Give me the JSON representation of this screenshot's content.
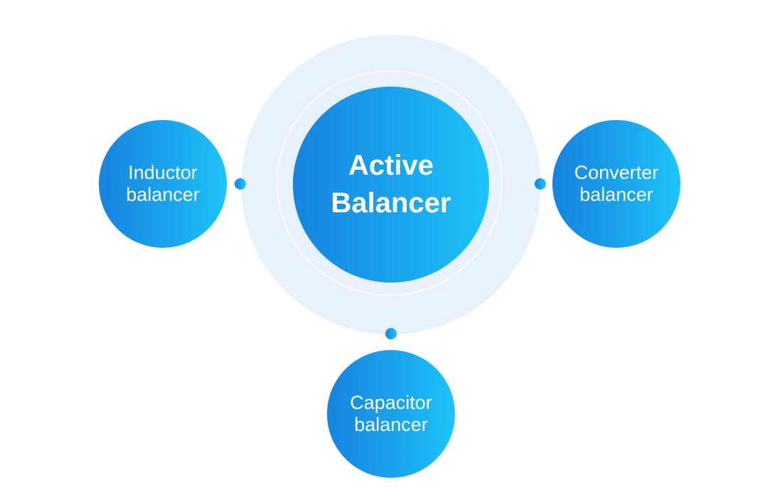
{
  "center": {
    "line1": "Active",
    "line2": "Balancer"
  },
  "nodes": [
    {
      "line1": "Inductor",
      "line2": "balancer"
    },
    {
      "line1": "Converter",
      "line2": "balancer"
    },
    {
      "line1": "Capacitor",
      "line2": "balancer"
    }
  ],
  "colors": {
    "circle_gradient_start": "#1683df",
    "circle_gradient_end": "#1ec4fb",
    "halo": "#e8f2fc",
    "background": "#ffffff",
    "text": "#ffffff"
  }
}
